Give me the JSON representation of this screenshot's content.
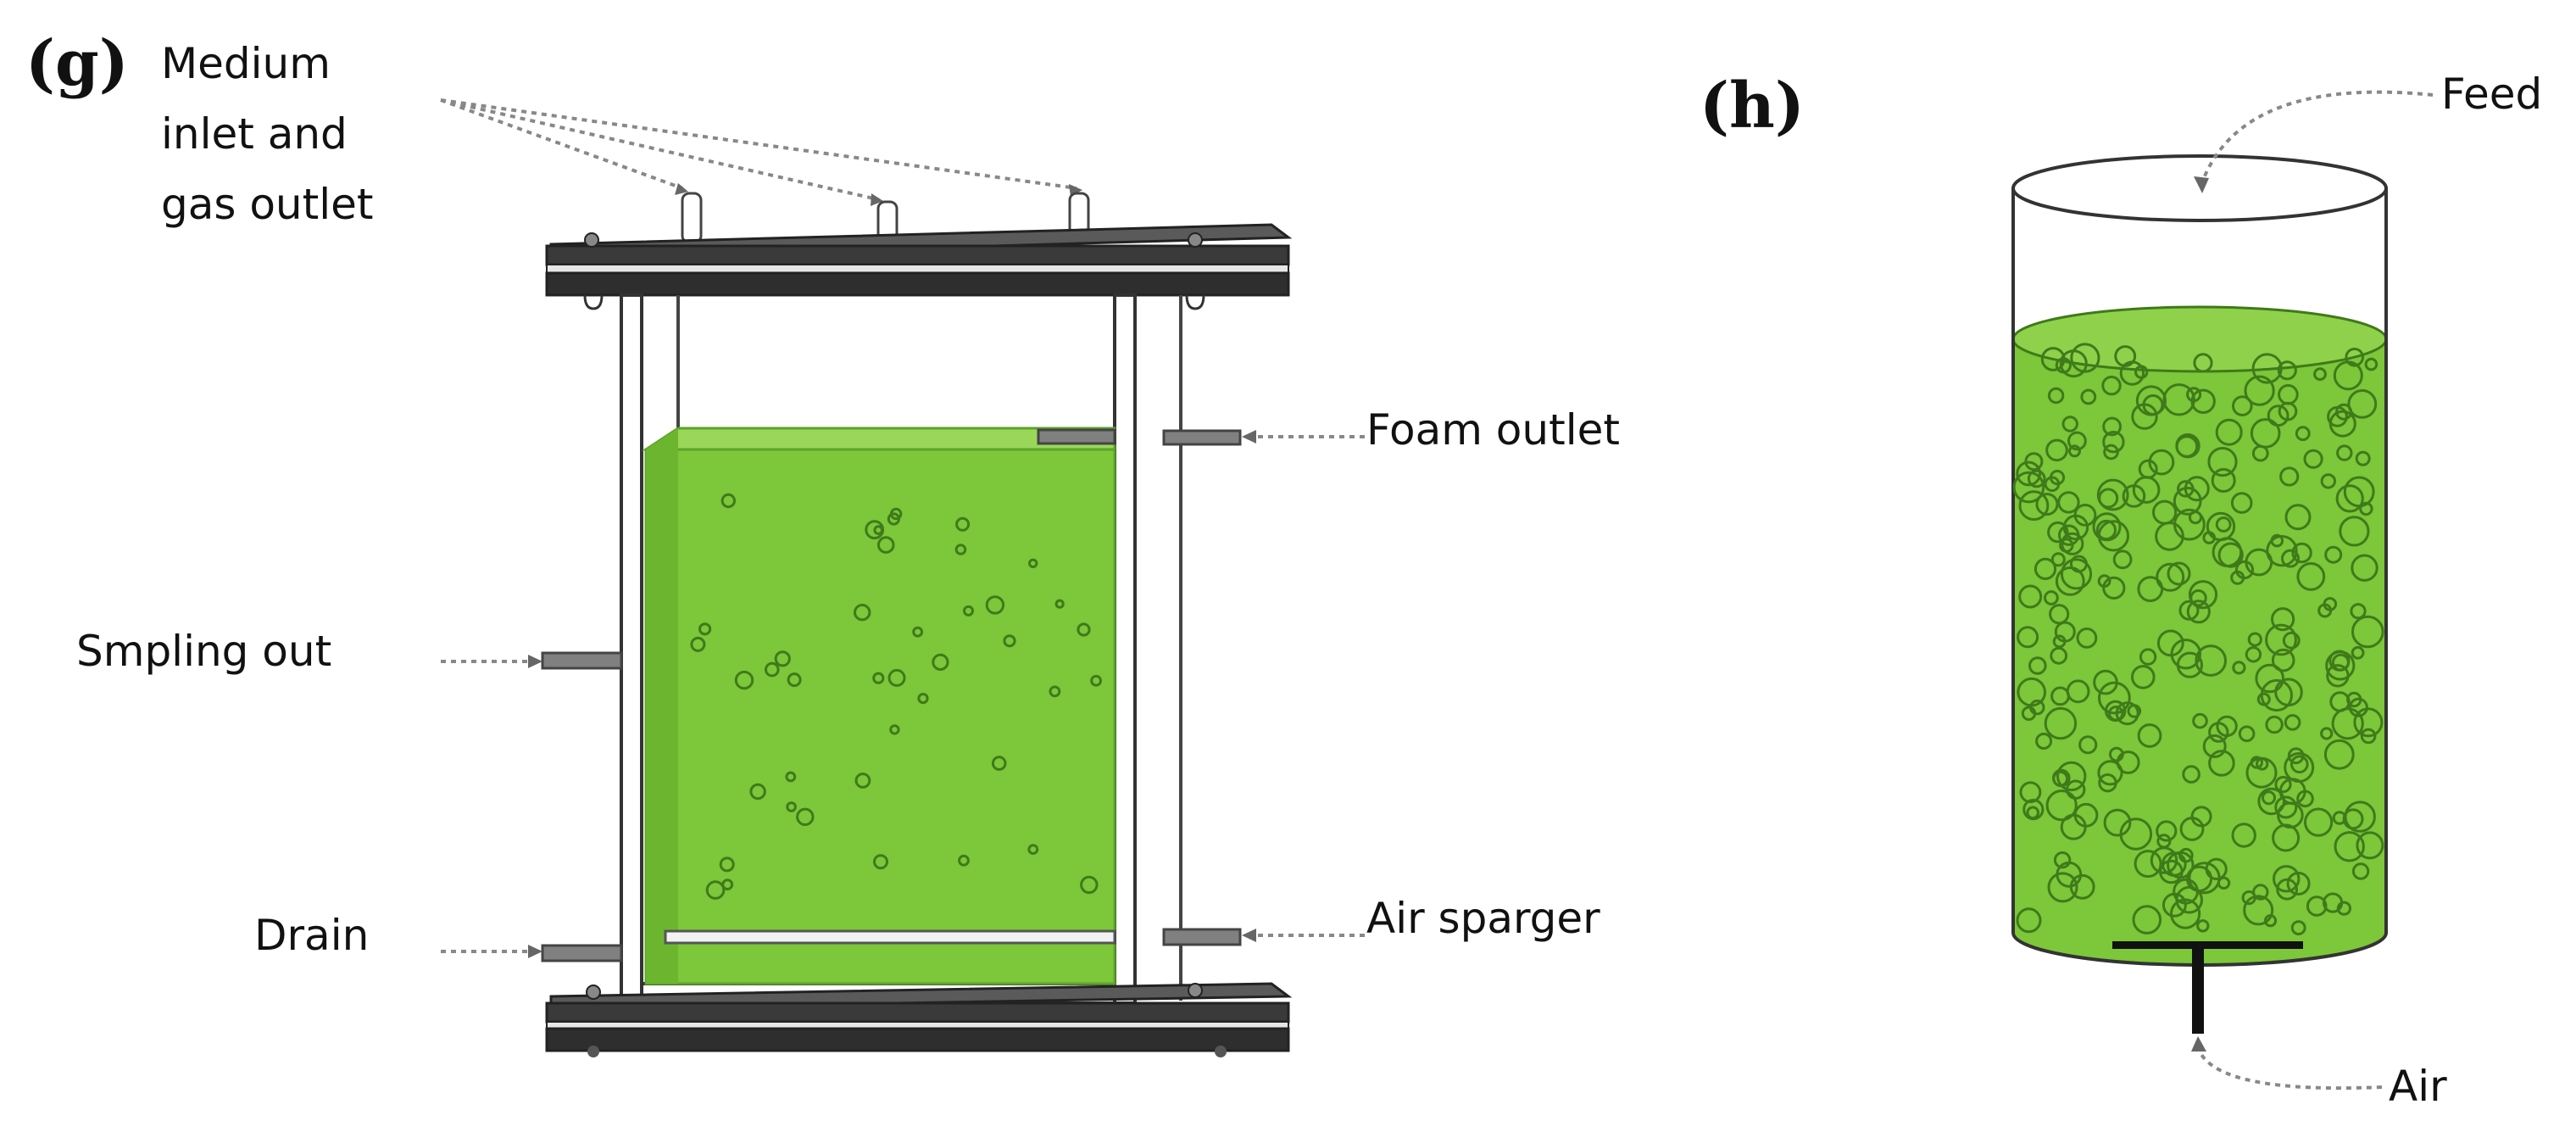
{
  "panel_g": {
    "panel_label": "(g)",
    "labels": {
      "medium_inlet": [
        "Medium",
        "inlet and",
        "gas outlet"
      ],
      "foam_outlet": "Foam outlet",
      "sampling_out": "Smpling out",
      "drain": "Drain",
      "air_sparger": "Air sparger"
    }
  },
  "panel_h": {
    "panel_label": "(h)",
    "labels": {
      "feed": "Feed",
      "air": "Air"
    }
  },
  "colors": {
    "culture_green": "#7cc73a",
    "culture_green_dark": "#5ea32a",
    "bubble_outline": "#3f7a1a",
    "plate_dark": "#3a3a3a",
    "port_grey": "#808080"
  }
}
